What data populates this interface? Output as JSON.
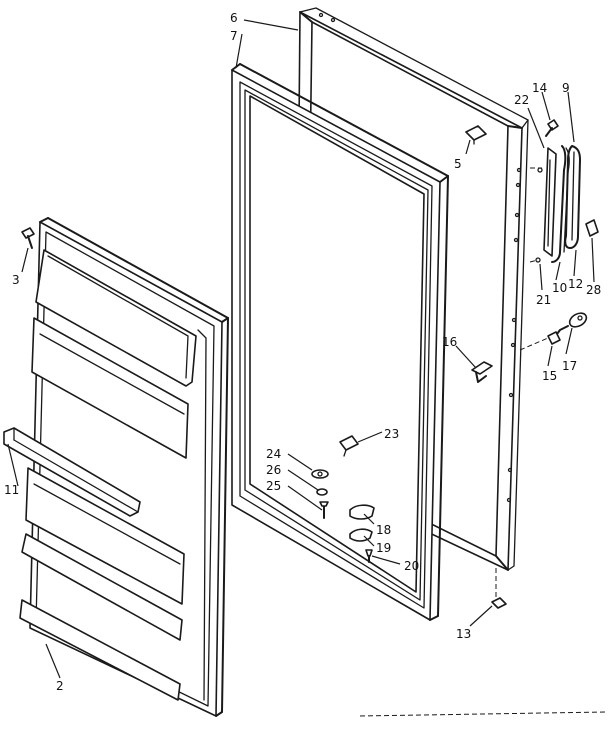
{
  "callouts": [
    {
      "id": "c6",
      "label": "6"
    },
    {
      "id": "c7",
      "label": "7"
    },
    {
      "id": "c14",
      "label": "14"
    },
    {
      "id": "c9",
      "label": "9"
    },
    {
      "id": "c22",
      "label": "22"
    },
    {
      "id": "c5",
      "label": "5"
    },
    {
      "id": "c3",
      "label": "3"
    },
    {
      "id": "c10",
      "label": "10"
    },
    {
      "id": "c12",
      "label": "12"
    },
    {
      "id": "c28",
      "label": "28"
    },
    {
      "id": "c21",
      "label": "21"
    },
    {
      "id": "c16",
      "label": "16"
    },
    {
      "id": "c15",
      "label": "15"
    },
    {
      "id": "c17",
      "label": "17"
    },
    {
      "id": "c23",
      "label": "23"
    },
    {
      "id": "c24",
      "label": "24"
    },
    {
      "id": "c26",
      "label": "26"
    },
    {
      "id": "c25",
      "label": "25"
    },
    {
      "id": "c11",
      "label": "11"
    },
    {
      "id": "c18",
      "label": "18"
    },
    {
      "id": "c19",
      "label": "19"
    },
    {
      "id": "c20",
      "label": "20"
    },
    {
      "id": "c13",
      "label": "13"
    },
    {
      "id": "c2",
      "label": "2"
    }
  ]
}
